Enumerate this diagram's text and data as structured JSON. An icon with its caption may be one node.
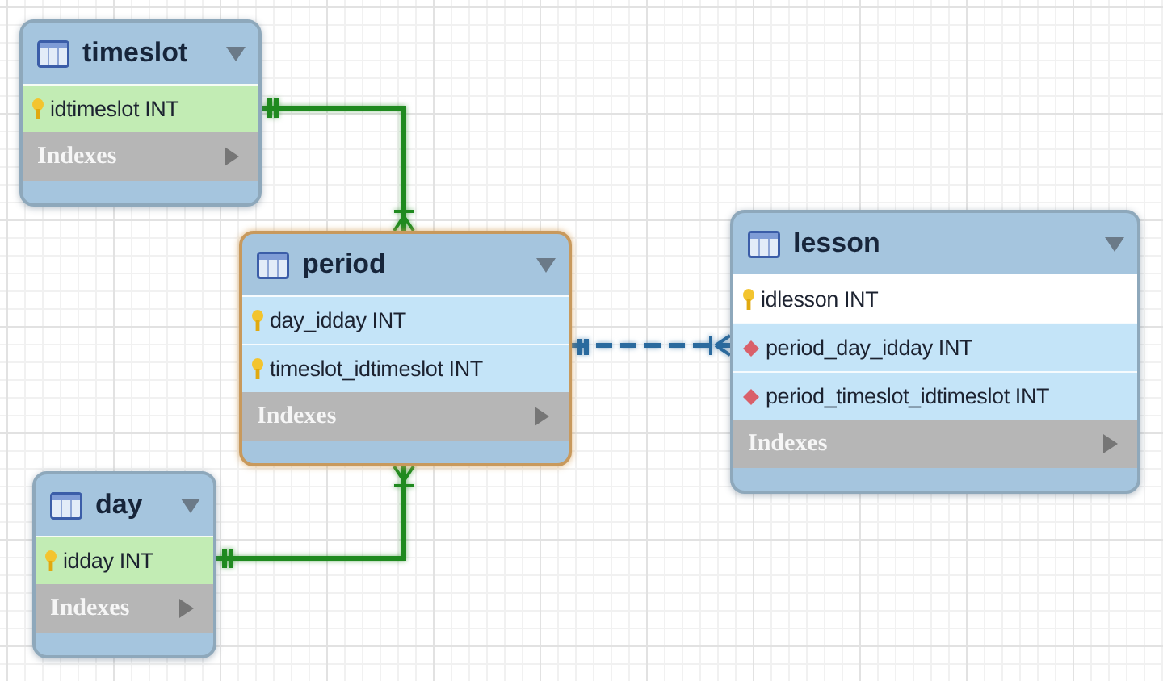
{
  "diagram": {
    "nodes": [
      {
        "text": [
          "timeslot",
          "idtimeslot INT",
          "Indexes"
        ]
      },
      {
        "text": [
          "period",
          "day_idday INT",
          "timeslot_idtimeslot INT",
          "Indexes"
        ]
      },
      {
        "text": [
          "lesson",
          "idlesson INT",
          "period_day_idday INT",
          "period_timeslot_idtimeslot INT",
          "Indexes"
        ]
      },
      {
        "text": [
          "day",
          "idday INT",
          "Indexes"
        ]
      }
    ],
    "edges": [
      {
        "from": 0,
        "to": 1,
        "arrow": "other"
      },
      {
        "from": 1,
        "to": 2,
        "arrow": "other",
        "style": "dashed",
        "color": "#2a6a9e"
      },
      {
        "from": 3,
        "to": 1,
        "arrow": "other"
      }
    ]
  }
}
